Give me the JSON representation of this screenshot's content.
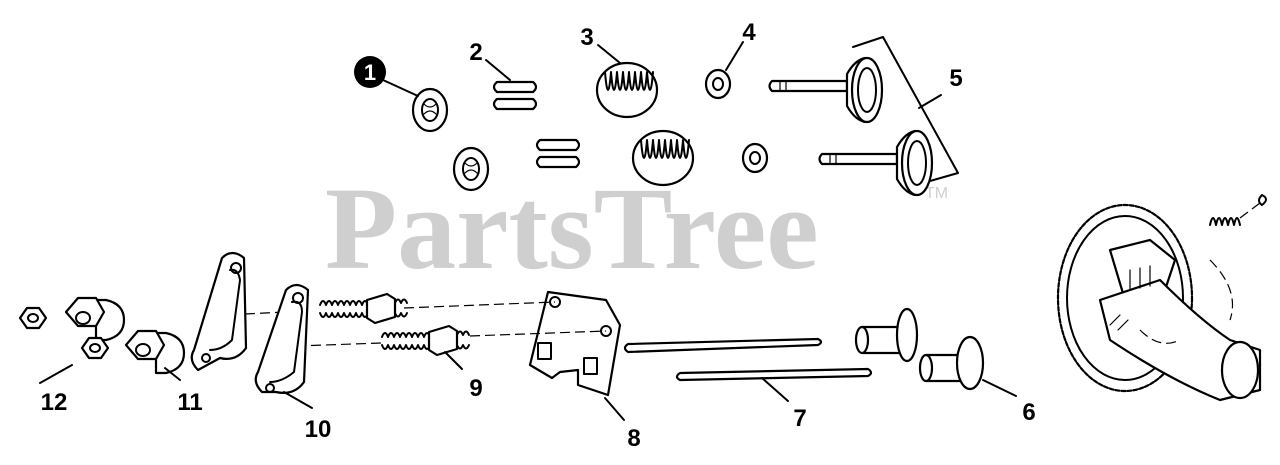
{
  "watermark": {
    "text": "PartsTree",
    "trademark": "TM"
  },
  "callouts": {
    "c1": "1",
    "c2": "2",
    "c3": "3",
    "c4": "4",
    "c5": "5",
    "c6": "6",
    "c7": "7",
    "c8": "8",
    "c9": "9",
    "c10": "10",
    "c11": "11",
    "c12": "12"
  }
}
